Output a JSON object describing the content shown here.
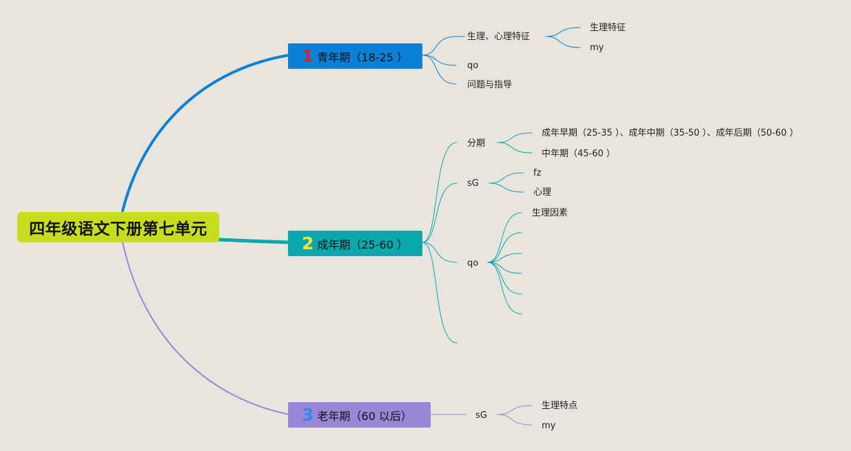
{
  "root": {
    "label": "四年级语文下册第七单元"
  },
  "colors": {
    "background": "#e8e5de",
    "root": "#c6de1e",
    "branch1": "#0a80d6",
    "branch2": "#0aa8ac",
    "branch3": "#9a86d6"
  },
  "branches": [
    {
      "number": "1",
      "label": "青年期（18-25 ）",
      "children": [
        {
          "label": "生理、心理特征",
          "children": [
            {
              "label": "生理特征"
            },
            {
              "label": "my"
            }
          ]
        },
        {
          "label": "qo"
        },
        {
          "label": "问题与指导"
        }
      ]
    },
    {
      "number": "2",
      "label": "成年期（25-60 ）",
      "children": [
        {
          "label": "分期",
          "children": [
            {
              "label": "成年早期（25-35 ）、成年中期（35-50 ）、成年后期（50-60 ）"
            },
            {
              "label": "中年期（45-60 ）"
            }
          ]
        },
        {
          "label": "sG",
          "children": [
            {
              "label": "fz"
            },
            {
              "label": "心理"
            }
          ]
        },
        {
          "label": "qo",
          "children": [
            {
              "label": "生理因素"
            },
            {
              "label": ""
            },
            {
              "label": ""
            },
            {
              "label": ""
            },
            {
              "label": ""
            },
            {
              "label": ""
            }
          ]
        },
        {
          "label": ""
        }
      ]
    },
    {
      "number": "3",
      "label": "老年期（60 以后）",
      "children": [
        {
          "label": "sG",
          "children": [
            {
              "label": "生理特点"
            },
            {
              "label": "my"
            }
          ]
        }
      ]
    }
  ]
}
